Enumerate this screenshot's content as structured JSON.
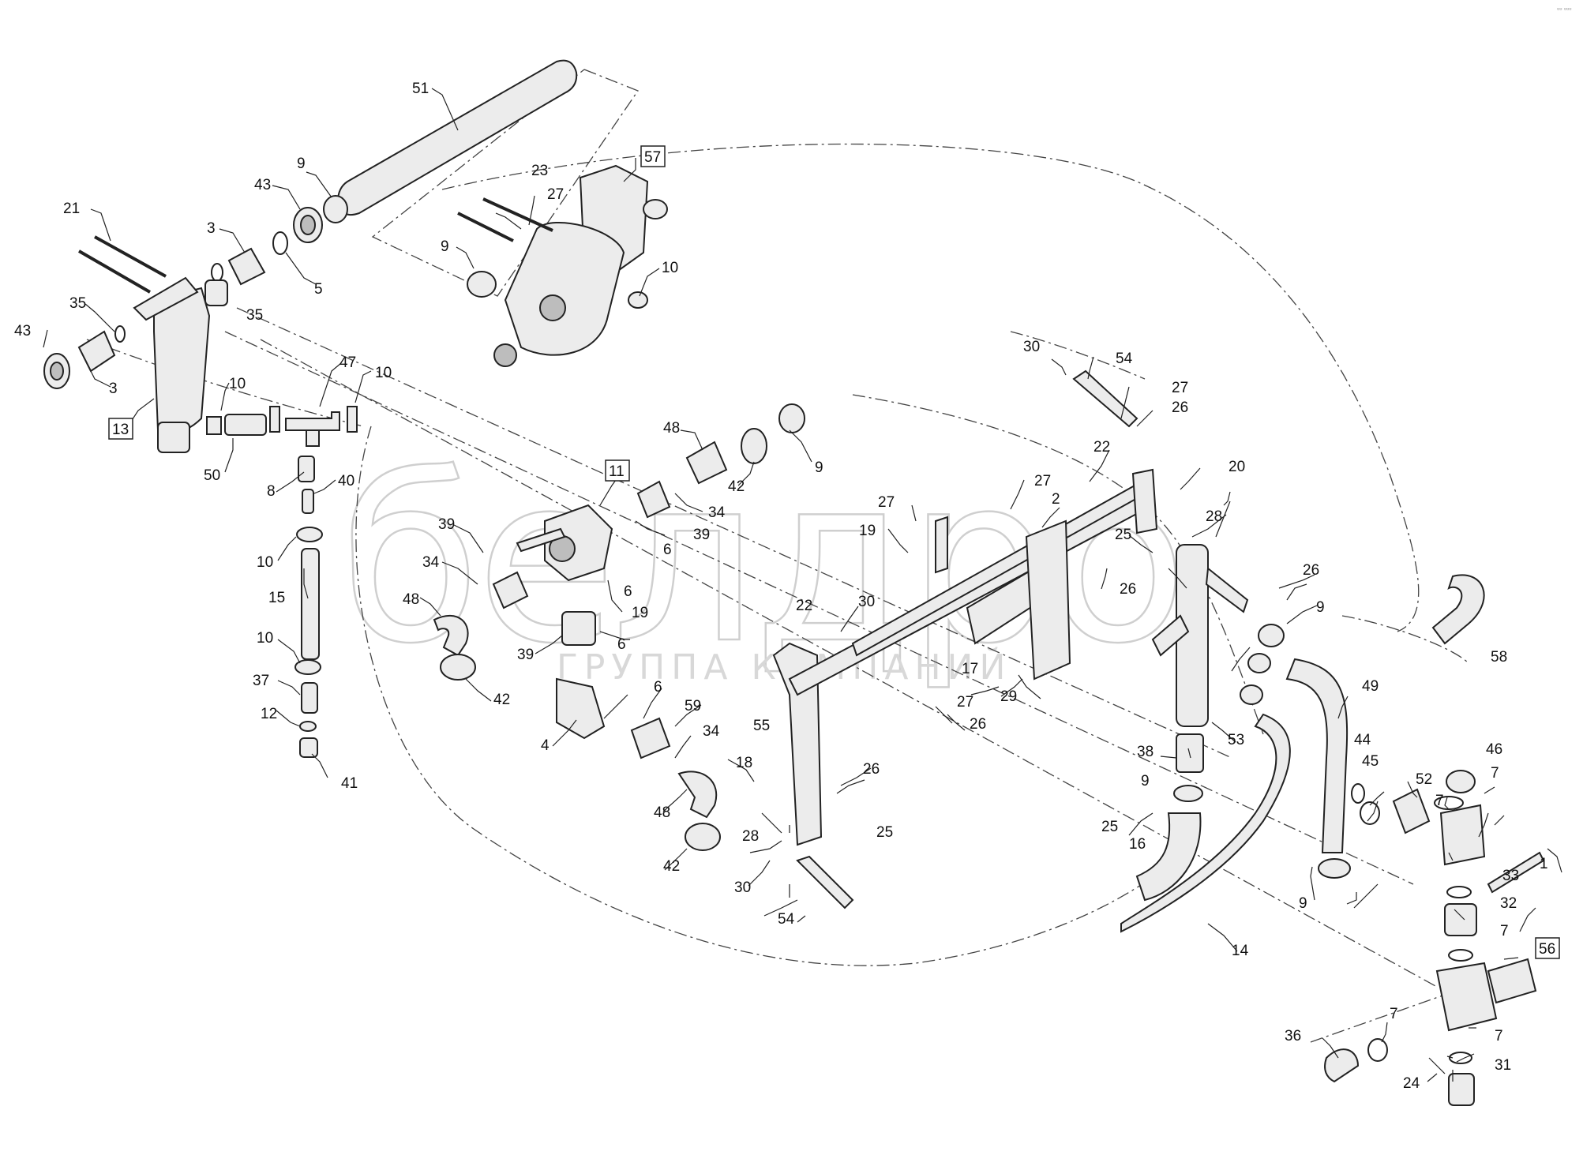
{
  "corner_mark": "▫▫ ▫▫▫",
  "watermark": {
    "brand": "белдро",
    "subtitle": "ГРУППА КОМПАНИЙ"
  },
  "callouts": {
    "c1": "1",
    "c2": "2",
    "c3a": "3",
    "c3b": "3",
    "c4": "4",
    "c5": "5",
    "c6a": "6",
    "c6b": "6",
    "c6c": "6",
    "c6d": "6",
    "c7a": "7",
    "c7b": "7",
    "c7c": "7",
    "c7d": "7",
    "c7e": "7",
    "c8": "8",
    "c9a": "9",
    "c9b": "9",
    "c9c": "9",
    "c9d": "9",
    "c9e": "9",
    "c9f": "9",
    "c10a": "10",
    "c10b": "10",
    "c10c": "10",
    "c10d": "10",
    "c10e": "10",
    "c11": "11",
    "c12": "12",
    "c13": "13",
    "c14": "14",
    "c15": "15",
    "c16": "16",
    "c17": "17",
    "c18": "18",
    "c19a": "19",
    "c19b": "19",
    "c20": "20",
    "c21": "21",
    "c22a": "22",
    "c22b": "22",
    "c23": "23",
    "c24": "24",
    "c25a": "25",
    "c25b": "25",
    "c25c": "25",
    "c26a": "26",
    "c26b": "26",
    "c26c": "26",
    "c26d": "26",
    "c26e": "26",
    "c27a": "27",
    "c27b": "27",
    "c27c": "27",
    "c27d": "27",
    "c27e": "27",
    "c28a": "28",
    "c28b": "28",
    "c29": "29",
    "c30a": "30",
    "c30b": "30",
    "c30c": "30",
    "c31": "31",
    "c32": "32",
    "c33": "33",
    "c34a": "34",
    "c34b": "34",
    "c34c": "34",
    "c35a": "35",
    "c35b": "35",
    "c36": "36",
    "c37": "37",
    "c38": "38",
    "c39a": "39",
    "c39b": "39",
    "c39c": "39",
    "c40": "40",
    "c41": "41",
    "c42a": "42",
    "c42b": "42",
    "c42c": "42",
    "c43a": "43",
    "c43b": "43",
    "c44": "44",
    "c45": "45",
    "c46": "46",
    "c47": "47",
    "c48a": "48",
    "c48b": "48",
    "c48c": "48",
    "c49": "49",
    "c50": "50",
    "c51": "51",
    "c52": "52",
    "c53": "53",
    "c54a": "54",
    "c54b": "54",
    "c55": "55",
    "c56": "56",
    "c57": "57",
    "c58": "58",
    "c59": "59"
  }
}
